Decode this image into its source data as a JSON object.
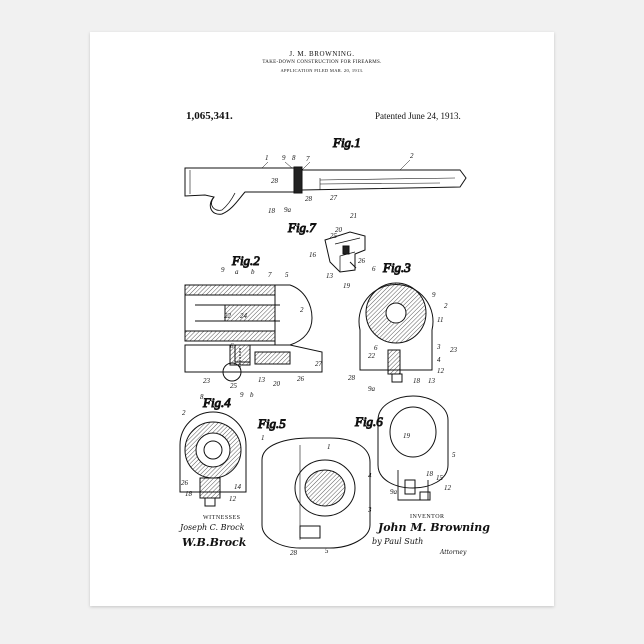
{
  "header": {
    "inventor_name": "J. M. BROWNING.",
    "title": "TAKE-DOWN CONSTRUCTION FOR FIREARMS.",
    "filed": "APPLICATION FILED MAR. 20, 1913.",
    "patent_number": "1,065,341.",
    "patented": "Patented June 24, 1913."
  },
  "figures": {
    "fig1": "Fig.1",
    "fig2": "Fig.2",
    "fig3": "Fig.3",
    "fig4": "Fig.4",
    "fig5": "Fig.5",
    "fig6": "Fig.6",
    "fig7": "Fig.7"
  },
  "signatures": {
    "witnesses_label": "WITNESSES",
    "witness1": "Joseph C. Brock",
    "witness2": "W.B.Brock",
    "inventor_label": "INVENTOR",
    "inventor": "John M. Browning",
    "attorney_name": "by Paul Suth",
    "attorney_label": "Attorney"
  }
}
